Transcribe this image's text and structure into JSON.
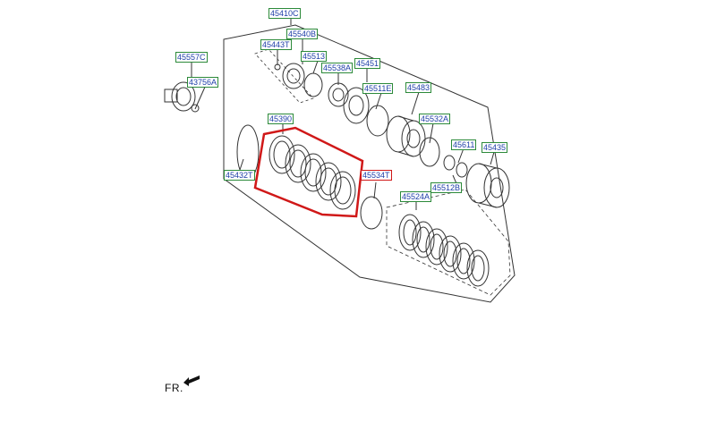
{
  "labels": [
    {
      "id": "45410C"
    },
    {
      "id": "45540B"
    },
    {
      "id": "45443T"
    },
    {
      "id": "45513"
    },
    {
      "id": "45538A"
    },
    {
      "id": "45451"
    },
    {
      "id": "45557C"
    },
    {
      "id": "43756A"
    },
    {
      "id": "45511E"
    },
    {
      "id": "45483"
    },
    {
      "id": "45390"
    },
    {
      "id": "45532A"
    },
    {
      "id": "45611"
    },
    {
      "id": "45435"
    },
    {
      "id": "45432T"
    },
    {
      "id": "45534T",
      "highlight": true
    },
    {
      "id": "45512B"
    },
    {
      "id": "45524A"
    }
  ],
  "direction_label": "FR.",
  "colors": {
    "label_text": "#1f3fa8",
    "label_border": "#2c8a3a",
    "highlight": "#d01818",
    "line": "#333333"
  }
}
